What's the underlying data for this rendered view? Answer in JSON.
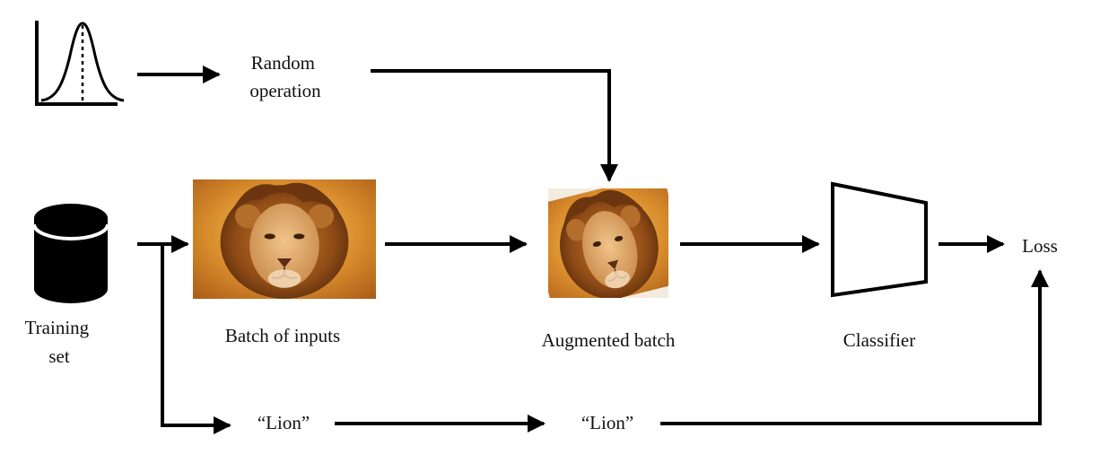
{
  "nodes": {
    "random_operation": [
      "Random",
      "operation"
    ],
    "training_set": [
      "Training",
      "set"
    ],
    "batch_of_inputs": "Batch of inputs",
    "augmented_batch": "Augmented batch",
    "classifier": "Classifier",
    "loss": "Loss",
    "label_1": "“Lion”",
    "label_2": "“Lion”"
  },
  "icons": {
    "distribution": "normal-distribution-icon",
    "training_set": "database-cylinder-icon",
    "classifier": "trapezoid-icon",
    "batch_image": "lion-photo",
    "augmented_image": "rotated-lion-photo"
  }
}
